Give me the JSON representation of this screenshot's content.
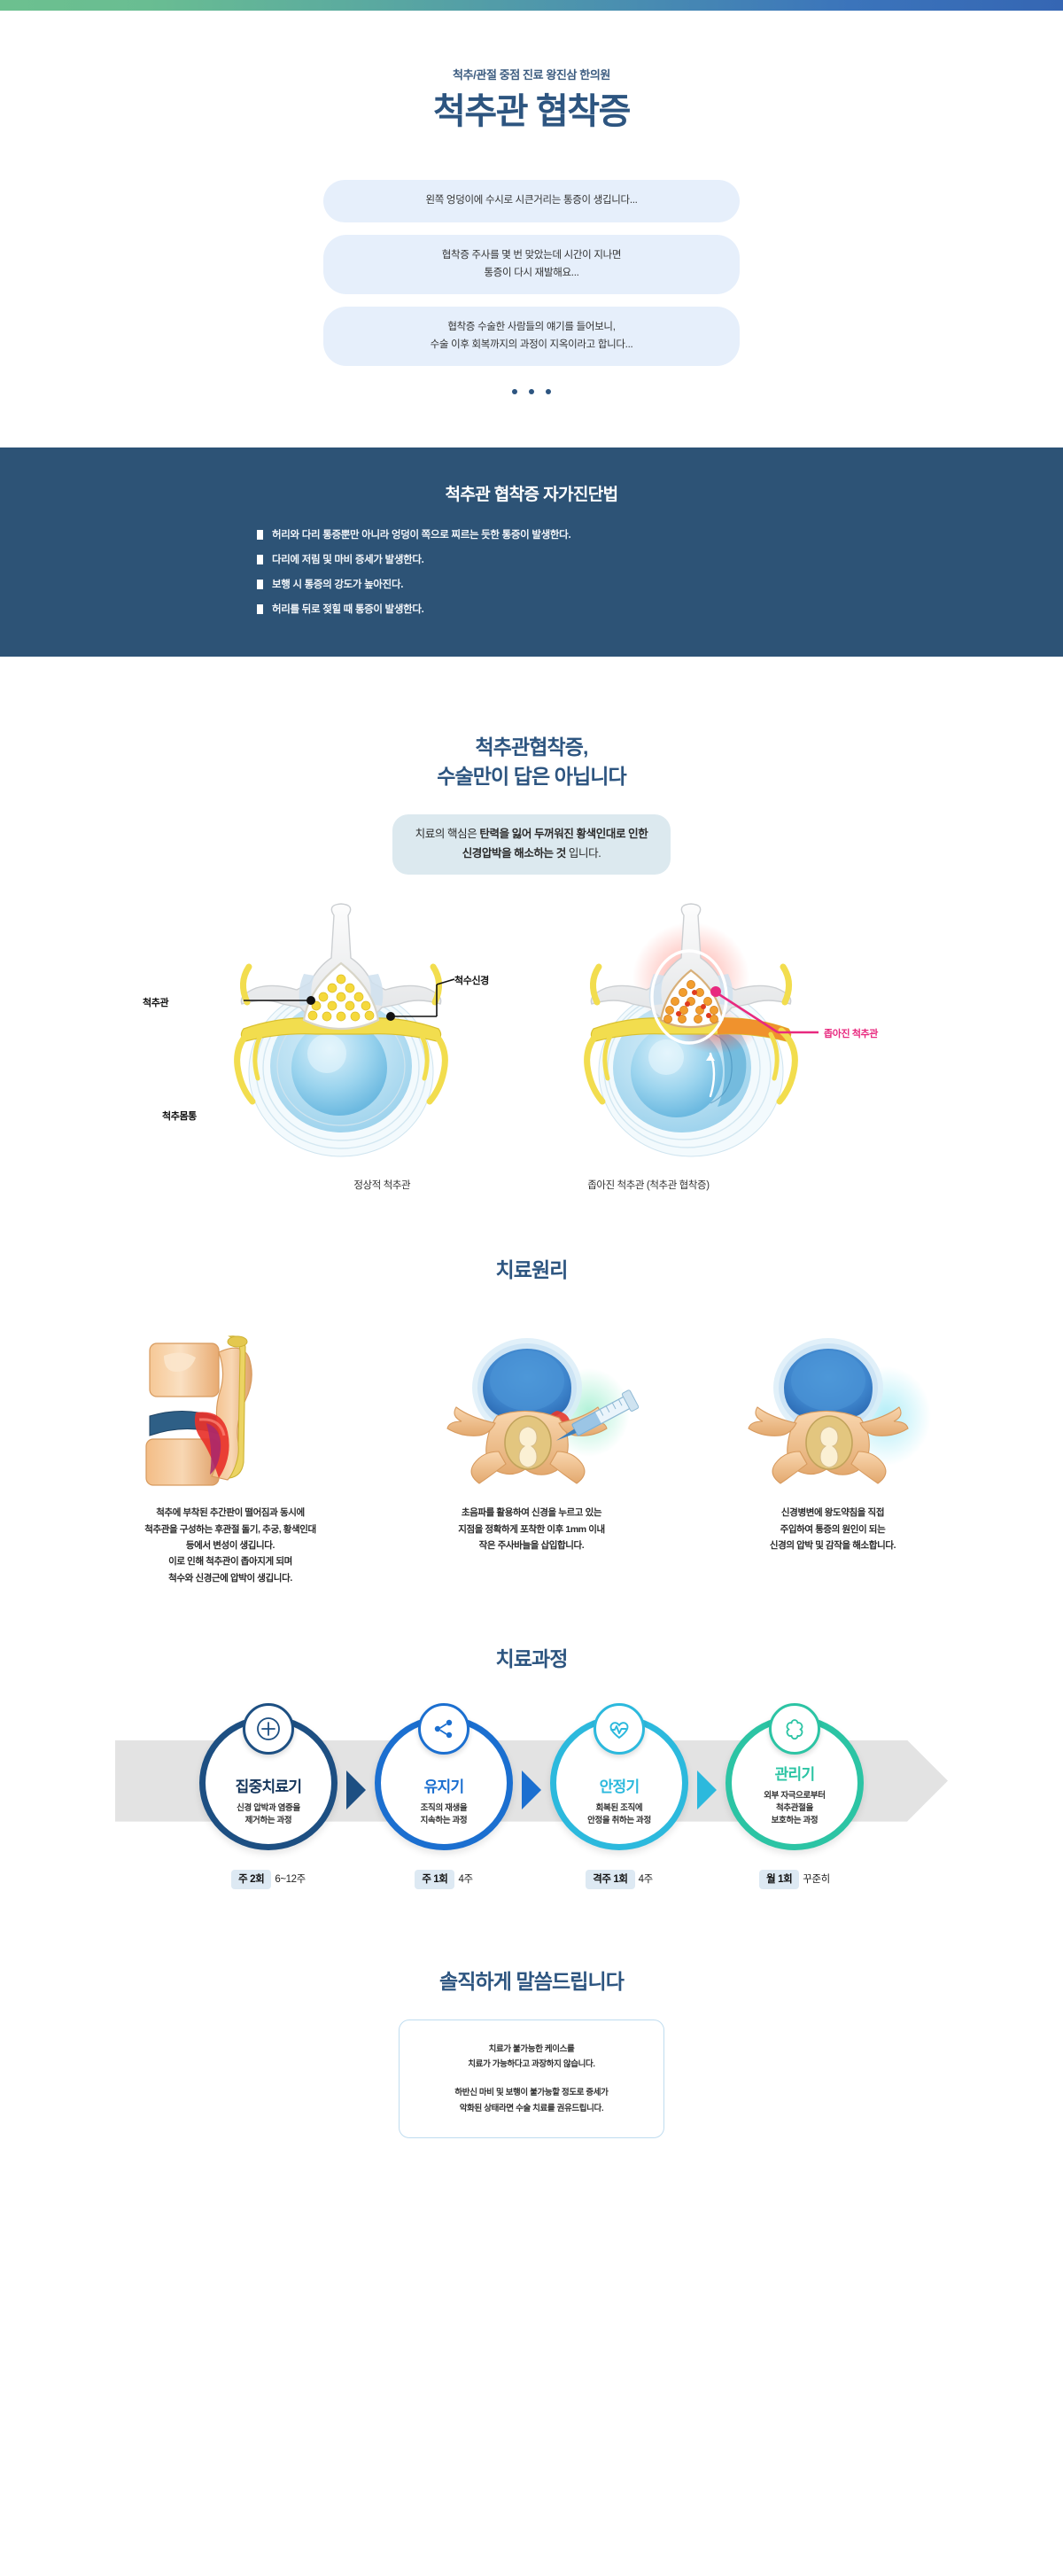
{
  "hero": {
    "eyebrow": "척추/관절 중점 진료 왕진삼 한의원",
    "title": "척추관 협착증",
    "bubbles": [
      {
        "lines": [
          "왼쪽 엉덩이에 수시로 시큰거리는 통증이 생깁니다..."
        ]
      },
      {
        "lines": [
          "협착증 주사를 몇 번 맞았는데 시간이 지나면",
          "통증이 다시 재발해요..."
        ]
      },
      {
        "lines": [
          "협착증 수술한 사람들의 얘기를 들어보니,",
          "수술 이후 회복까지의 과정이 지옥이라고 합니다..."
        ]
      }
    ],
    "dots_count": 3
  },
  "selfcheck": {
    "title": "척추관 협착증 자가진단법",
    "items": [
      "허리와 다리 통증뿐만 아니라 엉덩이 쪽으로 찌르는 듯한 통증이 발생한다.",
      "다리에 저림 및 마비 증세가 발생한다.",
      "보행 시 통증의 강도가 높아진다.",
      "허리를 뒤로 젖힐 때 통증이 발생한다."
    ],
    "background": "#2d5376"
  },
  "surgery": {
    "heading_line1": "척추관협착증,",
    "heading_line2": "수술만이 답은 아닙니다",
    "lead_prefix": "치료의 핵심은 ",
    "lead_strong1": "탄력을 잃어 두꺼워진 황색인대로 인한",
    "lead_strong2": "신경압박을 해소하는 것",
    "lead_suffix": " 입니다.",
    "diagram": {
      "labels": {
        "spinal_canal": "척추관",
        "spinal_nerve": "척수신경",
        "vertebral_body": "척추몸통",
        "narrowed_canal": "좁아진 척추관"
      },
      "captions": [
        "정상적 척추관",
        "좁아진 척추관 (척추관 협착증)"
      ]
    }
  },
  "principle": {
    "title": "치료원리",
    "cards": [
      {
        "art": "vertebra-degeneration-illustration",
        "caption": "척추에 부착된 추간판이 떨어짐과 동시에\n척추관을 구성하는 후관절 돌기, 추궁, 황색인대\n등에서 변성이 생깁니다.\n이로 인해 척추관이 좁아지게 되며\n척수와 신경근에 압박이 생깁니다."
      },
      {
        "art": "ultrasound-needle-insertion-illustration",
        "caption": "초음파를 활용하여 신경을 누르고 있는\n지점을 정확하게 포착한 이후 1mm 이내\n작은 주사바늘을 삽입합니다."
      },
      {
        "art": "nerve-relief-illustration",
        "caption": "신경병변에 왕도약침을 직접\n주입하여 통증의 원인이 되는\n신경의 압박 및 감작을 해소합니다."
      }
    ]
  },
  "process": {
    "title": "치료과정",
    "steps": [
      {
        "name": "집중치료기",
        "desc": "신경 압박과 염증을\n제거하는 과정",
        "icon": "plus-circle-icon",
        "color": "#1d4f82",
        "freq_chip": "주 2회",
        "freq_period": "6~12주"
      },
      {
        "name": "유지기",
        "desc": "조직의 재생을\n지속하는 과정",
        "icon": "network-share-icon",
        "color": "#1b6fd0",
        "freq_chip": "주 1회",
        "freq_period": "4주"
      },
      {
        "name": "안정기",
        "desc": "회복된 조직에\n안정을 취하는 과정",
        "icon": "heart-pulse-icon",
        "color": "#2cb9dd",
        "freq_chip": "격주 1회",
        "freq_period": "4주"
      },
      {
        "name": "관리기",
        "desc": "외부 자극으로부터\n척추관절을\n보호하는 과정",
        "icon": "flower-shield-icon",
        "color": "#2cc4a4",
        "freq_chip": "월 1회",
        "freq_period": "꾸준히"
      }
    ]
  },
  "honest": {
    "title": "솔직하게 말씀드립니다",
    "paragraph1": "치료가 불가능한 케이스를\n치료가 가능하다고 과장하지 않습니다.",
    "paragraph2": "하반신 마비 및 보행이 불가능할 정도로 증세가\n악화된 상태라면 수술 치료를 권유드립니다."
  },
  "theme": {
    "brand_navy": "#2d5580",
    "band_navy": "#2d5376",
    "bubble_blue": "#e6effb",
    "lead_gray_blue": "#dce9ef",
    "pink_accent": "#e8297f"
  }
}
